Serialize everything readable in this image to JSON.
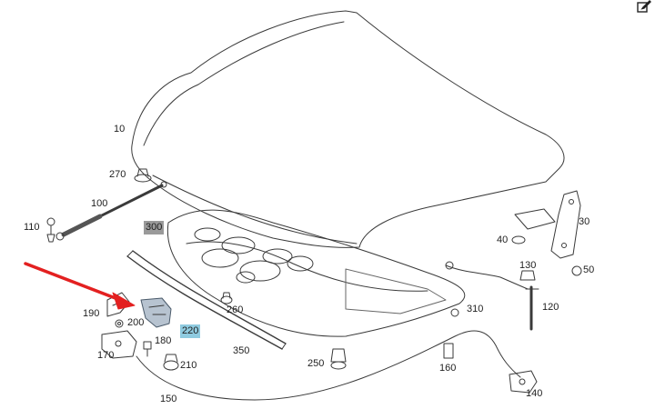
{
  "diagram": {
    "callouts": [
      "10",
      "270",
      "100",
      "110",
      "300",
      "190",
      "200",
      "220",
      "170",
      "180",
      "210",
      "150",
      "350",
      "260",
      "250",
      "160",
      "310",
      "130",
      "120",
      "140",
      "30",
      "40",
      "50"
    ]
  },
  "highlight_colors": {
    "gray": "#9a9a9a",
    "blue": "#8fcbe0",
    "arrow": "#e32020"
  },
  "toolbar": {
    "edit_icon": "edit-icon"
  }
}
